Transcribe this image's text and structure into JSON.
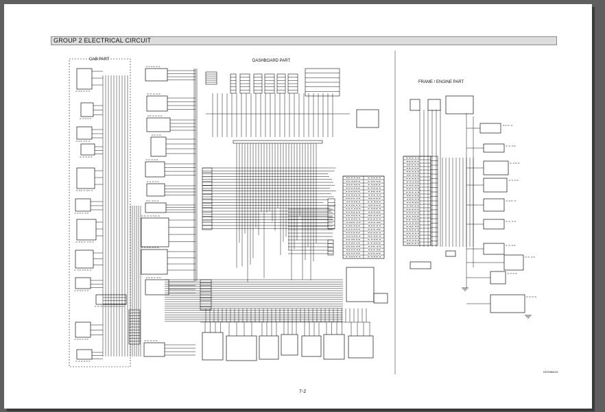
{
  "header": {
    "title": "GROUP  2  ELECTRICAL CIRCUIT"
  },
  "sections": {
    "cab": "CAB PART",
    "dashboard": "DASHBOARD PART",
    "frame_engine": "FRAME / ENGINE PART"
  },
  "footer": {
    "page_number": "7-2",
    "drawing_code": "D07E8BL00"
  },
  "colors": {
    "page_background": "#ffffff",
    "viewer_background": "#5f5f5f",
    "header_fill": "#dcdcdc",
    "wire": "#111111"
  }
}
